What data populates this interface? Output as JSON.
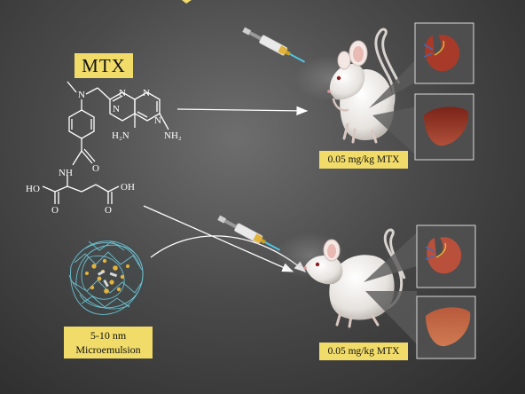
{
  "drug": {
    "title": "MTX",
    "atoms": {
      "n_methyl": "N",
      "ring_n1": "N",
      "ring_n2": "N",
      "ring_n3": "N",
      "ring_n4": "N",
      "nh2_left": "H₂N",
      "nh2_right": "NH₂",
      "nh": "NH",
      "o_amide": "O",
      "ho_left": "HO",
      "oh_right": "OH",
      "o_left": "O",
      "o_right": "O"
    }
  },
  "formulation": {
    "label_line1": "5-10 nm",
    "label_line2": "Microemulsion"
  },
  "groups": [
    {
      "dose": "0.05 mg/kg MTX",
      "organs": [
        "kidney",
        "liver"
      ]
    },
    {
      "dose": "0.05 mg/kg MTX",
      "organs": [
        "kidney",
        "liver"
      ]
    }
  ],
  "colors": {
    "label_fill": "#f1dc6a",
    "arrow": "#ffffff",
    "kidney": "#a83a2a",
    "liver_top": "#7a2418",
    "liver_bottom": "#b0503a",
    "nanoparticle_strand": "#6fc7d8",
    "nanoparticle_core": "#e2b43b"
  }
}
